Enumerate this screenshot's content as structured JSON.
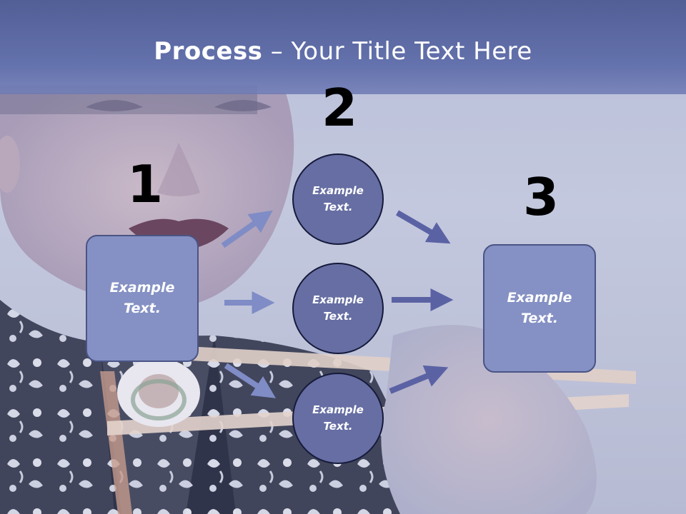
{
  "slide": {
    "title_bold": "Process",
    "title_rest": " – Your Title Text Here"
  },
  "steps": {
    "step1": {
      "number": "1",
      "text": "Example\nText."
    },
    "step2": {
      "number": "2"
    },
    "step3": {
      "number": "3",
      "text": "Example\nText."
    }
  },
  "circles": [
    {
      "text": "Example\nText."
    },
    {
      "text": "Example\nText."
    },
    {
      "text": "Example\nText."
    }
  ],
  "colors": {
    "title_band": "#5b67a2",
    "box_fill": "#8591c4",
    "circle_fill": "#666ea3",
    "arrow_light": "#7f8cc6",
    "arrow_dark": "#5b62a4"
  },
  "background": "photo-of-woman-holding-sushi-with-chopsticks"
}
